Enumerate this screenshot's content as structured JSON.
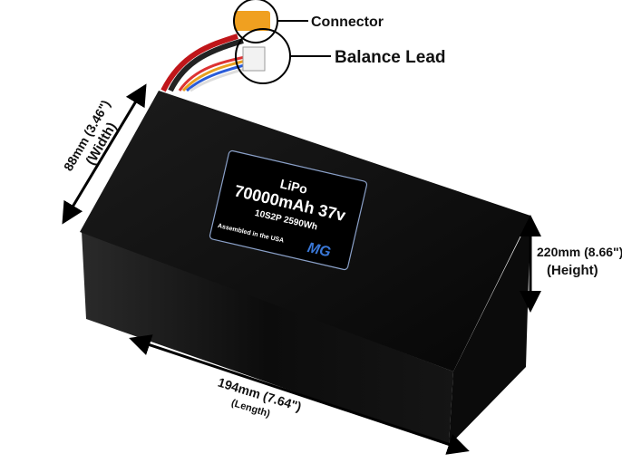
{
  "callouts": {
    "connector": "Connector",
    "balance_lead": "Balance Lead"
  },
  "dimensions": {
    "width": {
      "value": "88mm (3.46\")",
      "label": "(Width)"
    },
    "height": {
      "value": "220mm (8.66\")",
      "label": "(Height)"
    },
    "length": {
      "value": "194mm (7.64\")",
      "label": "(Length)"
    }
  },
  "battery_label": {
    "type": "LiPo",
    "capacity": "70000mAh 37v",
    "config": "10S2P 2590Wh",
    "assembled": "Assembled in the USA",
    "logo": "MG"
  }
}
